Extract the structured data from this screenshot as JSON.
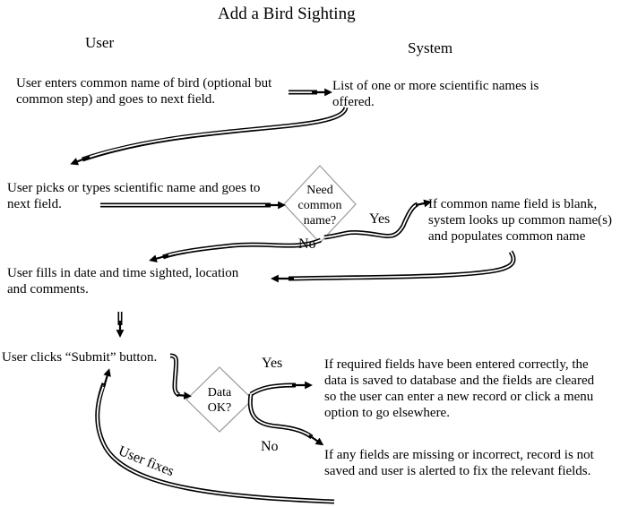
{
  "title": "Add a Bird Sighting",
  "columns": {
    "user": "User",
    "system": "System"
  },
  "steps": {
    "enter_common": [
      "User enters common name of bird (optional but",
      "common step) and goes to next field."
    ],
    "list_scientific": [
      "List of one or more scientific names is",
      "offered."
    ],
    "pick_scientific": [
      "User picks or types scientific name and goes to",
      "next field."
    ],
    "lookup_common": [
      "If common name field is blank,",
      "system looks up common name(s)",
      "and  populates  common  name"
    ],
    "fill_details": [
      "User fills in date and time sighted, location",
      "and comments."
    ],
    "click_submit": "User clicks “Submit” button.",
    "data_saved": [
      "If required fields have been entered correctly, the",
      "data is saved to database and the fields are cleared",
      "so the user can enter a new record or click a menu",
      "option to go elsewhere."
    ],
    "not_saved": [
      "If any fields are missing or incorrect, record is not",
      "saved and user is alerted to fix the relevant fields."
    ]
  },
  "decisions": {
    "need_common": [
      "Need",
      "common",
      "name?"
    ],
    "data_ok": [
      "Data",
      "OK?"
    ]
  },
  "labels": {
    "yes1": "Yes",
    "no1": "No",
    "yes2": "Yes",
    "no2": "No",
    "user_fixes": "User fixes"
  },
  "colors": {
    "line": "#000000",
    "diamond": "#9a9a9a"
  }
}
